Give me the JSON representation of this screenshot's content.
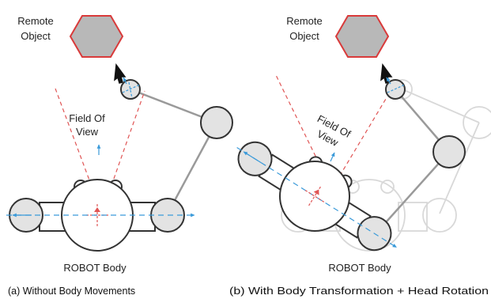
{
  "panels": [
    {
      "id": "a",
      "remote_object_label": [
        "Remote",
        "Object"
      ],
      "field_of_view_label": [
        "Field Of",
        "View"
      ],
      "robot_label": "ROBOT Body",
      "caption": "(a) Without Body Movements"
    },
    {
      "id": "b",
      "remote_object_label": [
        "Remote",
        "Object"
      ],
      "field_of_view_label": [
        "Field Of",
        "View"
      ],
      "robot_label": "ROBOT Body",
      "caption": "(b) With Body Transformation + Head Rotation"
    }
  ],
  "colors": {
    "remote_object_fill": "#b8b8b8",
    "remote_object_stroke": "#d93a3a",
    "fov_line": "#e05555",
    "axis_line": "#3a9ad9",
    "joint_fill": "#e3e3e3",
    "outline": "#333333",
    "ghost_outline": "#d8d8d8",
    "arm_link": "#9a9a9a"
  },
  "icons": {
    "remote_object": "hexagon-icon",
    "pointer": "cursor-arrow-icon"
  }
}
